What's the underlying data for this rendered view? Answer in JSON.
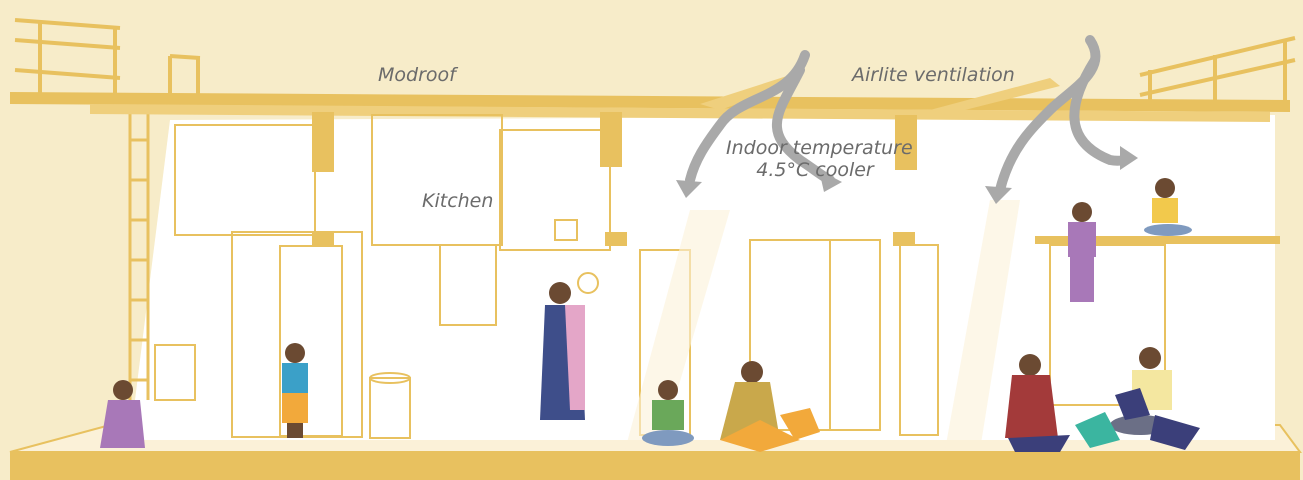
{
  "labels": {
    "modroof": "Modroof",
    "airlite": "Airlite ventilation",
    "temp_line1": "Indoor temperature",
    "temp_line2": "4.5°C cooler",
    "kitchen": "Kitchen"
  },
  "colors": {
    "background": "#f7ecc9",
    "structure": "#e8c15f",
    "structure_dark": "#d9a93c",
    "interior": "#ffffff",
    "arrow": "#a9a9a9",
    "label_text": "#6b6b6b",
    "person_purple": "#a878b8",
    "person_blue": "#3e4e8a",
    "person_green": "#6aa85a",
    "person_maroon": "#a33a3a",
    "person_yellow": "#f2c94c",
    "cushion_orange": "#f2a93b",
    "cushion_teal": "#3bb5a0",
    "cushion_navy": "#3b3f7a"
  }
}
